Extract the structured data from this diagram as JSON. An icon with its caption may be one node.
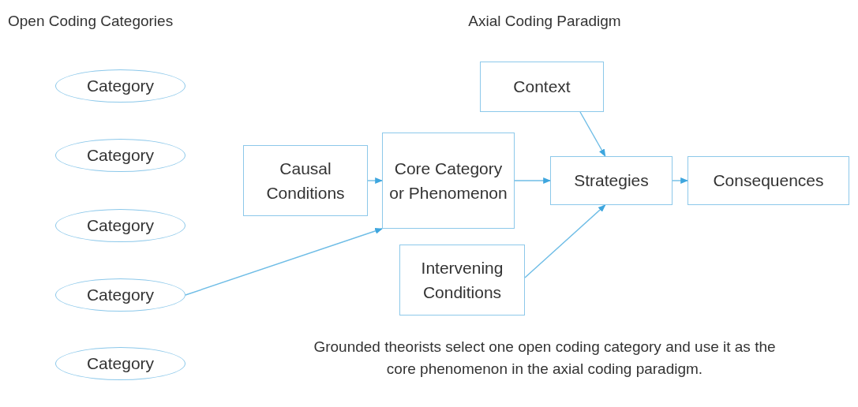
{
  "diagram": {
    "caption": "Grounded theorists select one open coding category and use it as the core phenomenon in the axial coding paradigm.",
    "nodes": [
      {
        "text": [
          "Category"
        ]
      },
      {
        "text": [
          "Category"
        ]
      },
      {
        "text": [
          "Category"
        ]
      },
      {
        "text": [
          "Category"
        ]
      },
      {
        "text": [
          "Category"
        ]
      },
      {
        "text": [
          "Context"
        ]
      },
      {
        "text": [
          "Causal Conditions"
        ]
      },
      {
        "text": [
          "Core Category or Phenomenon"
        ]
      },
      {
        "text": [
          "Strategies"
        ]
      },
      {
        "text": [
          "Consequences"
        ]
      },
      {
        "text": [
          "Intervening Conditions"
        ]
      }
    ],
    "edges": [
      {
        "from": 6,
        "to": 7,
        "arrow": "to"
      },
      {
        "from": 7,
        "to": 8,
        "arrow": "to"
      },
      {
        "from": 8,
        "to": 9,
        "arrow": "to"
      },
      {
        "from": 5,
        "to": 8,
        "arrow": "to"
      },
      {
        "from": 10,
        "to": 8,
        "arrow": "to"
      },
      {
        "from": 3,
        "to": 7,
        "arrow": "to"
      }
    ],
    "labels": [
      "Open Coding Categories",
      "Axial Coding Paradigm"
    ]
  }
}
